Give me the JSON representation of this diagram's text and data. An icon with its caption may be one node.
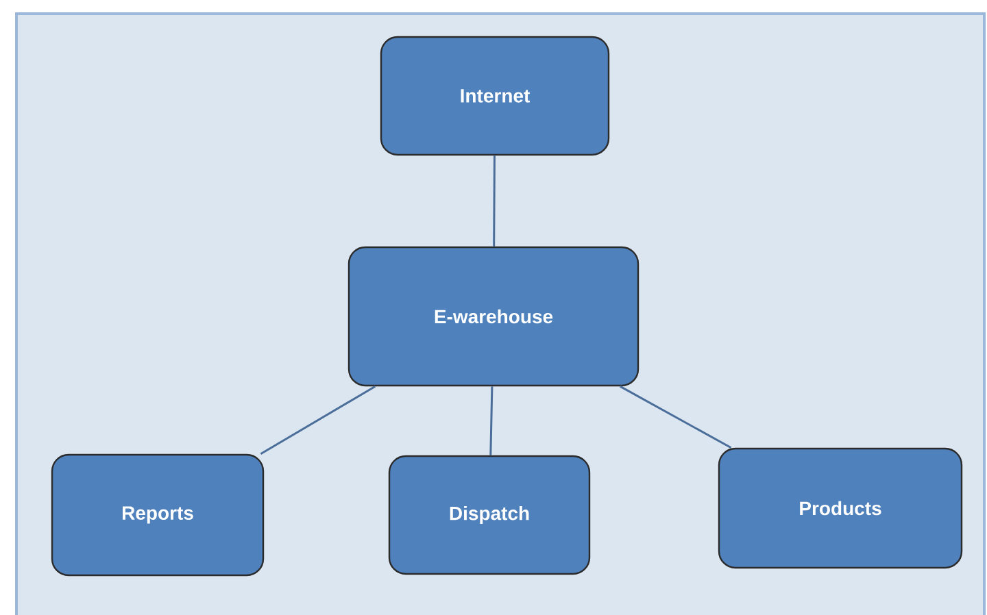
{
  "diagram": {
    "nodes": [
      {
        "text": [
          "Internet"
        ]
      },
      {
        "text": [
          "E-warehouse"
        ]
      },
      {
        "text": [
          "Reports"
        ]
      },
      {
        "text": [
          "Dispatch"
        ]
      },
      {
        "text": [
          "Products"
        ]
      }
    ],
    "edges": [
      {
        "from": 0,
        "to": 1,
        "arrow": "none"
      },
      {
        "from": 1,
        "to": 2,
        "arrow": "none"
      },
      {
        "from": 1,
        "to": 3,
        "arrow": "none"
      },
      {
        "from": 1,
        "to": 4,
        "arrow": "none"
      }
    ]
  }
}
